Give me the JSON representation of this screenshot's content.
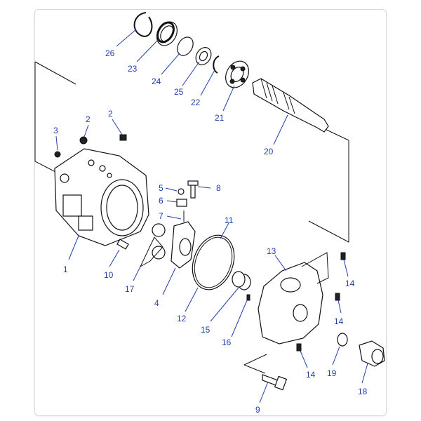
{
  "diagram": {
    "labels": {
      "p1": "1",
      "p2a": "2",
      "p2b": "2",
      "p3": "3",
      "p4": "4",
      "p5": "5",
      "p6": "6",
      "p7": "7",
      "p8": "8",
      "p9": "9",
      "p10": "10",
      "p11": "11",
      "p12": "12",
      "p13": "13",
      "p14a": "14",
      "p14b": "14",
      "p14c": "14",
      "p15": "15",
      "p16": "16",
      "p17": "17",
      "p18": "18",
      "p19": "19",
      "p20": "20",
      "p21": "21",
      "p22": "22",
      "p23": "23",
      "p24": "24",
      "p25": "25",
      "p26": "26"
    }
  }
}
